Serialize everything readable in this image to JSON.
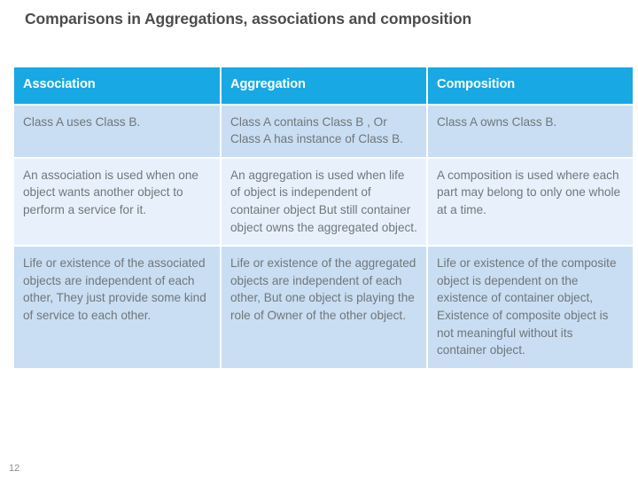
{
  "slide": {
    "title": "Comparisons in Aggregations, associations and composition",
    "page_number": "12",
    "accent_header_color": "#18a8e3",
    "row_shade_color": "#c9def2",
    "row_light_color": "#e8f1fb",
    "title_color": "#4c4c4c",
    "body_text_color": "#70767c",
    "rule_gradient": [
      "#c0152f",
      "#e06425",
      "#f0c32a",
      "#eddc3a",
      "#6fbf49",
      "#2fae5b",
      "#1d7fa0",
      "#3c3275"
    ]
  },
  "table": {
    "headers": [
      "Association",
      "Aggregation",
      "Composition"
    ],
    "rows": [
      [
        "Class A uses Class B.",
        "Class A contains Class B , Or Class A has instance of Class B.",
        "Class A owns Class B."
      ],
      [
        "An association is used when one object wants another object to perform a service for it.",
        "An aggregation is used when life of object is independent of container object But still container object owns the aggregated object.",
        "A composition is used where each part may belong to only one whole at a time."
      ],
      [
        "Life or existence of the associated objects are independent of each other, They just provide some kind of service to each other.",
        "Life or existence of the aggregated objects are independent of each other, But one object is playing the role of Owner of the other object.",
        "Life or existence of the composite object is dependent on the existence of container object, Existence of composite object is not meaningful without its container object."
      ]
    ]
  }
}
